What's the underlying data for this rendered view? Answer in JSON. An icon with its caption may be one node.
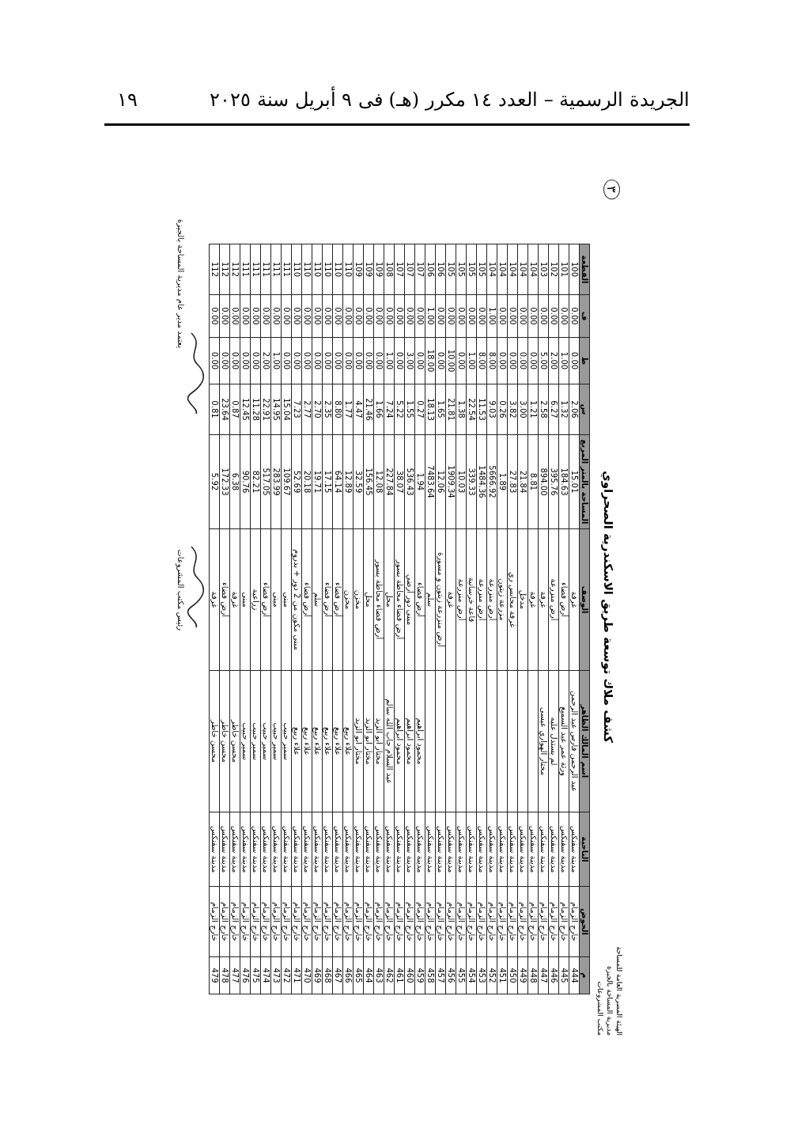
{
  "diagram": {
    "labels": [
      "الجريدة الرسمية – العدد ١٤ مكرر (هـ) فى ٩ أبريل سنة ٢٠٢٥",
      "١٩",
      "٣",
      "كشف ملاك توسعة طريق الاسكندرية الصحراوي",
      "الهيئة المصرية العامة للمساحة",
      "مديرية المساحة بالجيزة",
      "مكتب المشروعات",
      "م",
      "الحوض",
      "الناحية",
      "اسم المالك الظاهر",
      "الوصف",
      "المساحة بالمتر المربع",
      "س",
      "ط",
      "ف",
      "القطعة",
      "444",
      "خارج الزمام",
      "مدينة سفنكس",
      "عبد الرحمن فارس عبد الرحمن",
      "غرفة",
      "15.01",
      "2.06",
      "0.00",
      "0.00",
      "100",
      "445",
      "خارج الزمام",
      "مدينة سفنكس",
      "ورثة عمر عبد السميع",
      "أرض فضاء",
      "184.63",
      "1.32",
      "1.00",
      "0.00",
      "101",
      "446",
      "خارج الزمام",
      "مدينة سفنكس",
      "لم يستدل عليه",
      "أرض منزرعة",
      "395.76",
      "6.27",
      "2.00",
      "0.00",
      "102",
      "447",
      "خارج الزمام",
      "مدينة سفنكس",
      "مختار الهواري عيسى",
      "غرفة",
      "894.00",
      "2.58",
      "5.00",
      "0.00",
      "103",
      "448",
      "خارج الزمام",
      "مدينة سفنكس",
      "غرفة",
      "8.81",
      "1.21",
      "0.00",
      "0.00",
      "104",
      "449",
      "خارج الزمام",
      "مدينة سفنكس",
      "مدخل",
      "21.84",
      "3.00",
      "0.00",
      "0.00",
      "104",
      "450",
      "خارج الزمام",
      "مدينة سفنكس",
      "غرفة محابس ري",
      "27.83",
      "3.82",
      "0.00",
      "0.00",
      "104",
      "451",
      "خارج الزمام",
      "مدينة سفنكس",
      "مزرعة زيتون",
      "1.89",
      "0.26",
      "0.00",
      "0.00",
      "104",
      "452",
      "خارج الزمام",
      "مدينة سفنكس",
      "أرض منزرعة",
      "5666.92",
      "9.03",
      "8.00",
      "1.00",
      "104",
      "453",
      "خارج الزمام",
      "مدينة سفنكس",
      "أرض منزرعة",
      "1484.36",
      "11.53",
      "8.00",
      "0.00",
      "105",
      "454",
      "خارج الزمام",
      "مدينة سفنكس",
      "قاعة خرسانية",
      "339.33",
      "22.54",
      "1.00",
      "0.00",
      "105",
      "455",
      "خارج الزمام",
      "مدينة سفنكس",
      "أرض منزرعة",
      "10.03",
      "1.38",
      "0.00",
      "0.00",
      "105",
      "456",
      "خارج الزمام",
      "مدينة سفنكس",
      "غرفة",
      "1909.34",
      "21.81",
      "10.00",
      "0.00",
      "105",
      "457",
      "خارج الزمام",
      "مدينة سفنكس",
      "أرض منزرعة زيتون و مسورة",
      "12.06",
      "1.65",
      "0.00",
      "0.00",
      "106",
      "458",
      "خارج الزمام",
      "مدينة سفنكس",
      "سلم",
      "7483.64",
      "18.13",
      "18.00",
      "1.00",
      "106",
      "459",
      "خارج الزمام",
      "مدينة سفنكس",
      "محمود ابراهيم",
      "أرض فضاء",
      "1.94",
      "0.27",
      "0.00",
      "0.00",
      "107",
      "460",
      "خارج الزمام",
      "مدينة سفنكس",
      "محمود ابراهيم",
      "مبنى دور أرضي",
      "536.43",
      "1.55",
      "3.00",
      "0.00",
      "107",
      "461",
      "خارج الزمام",
      "مدينة سفنكس",
      "محمود ابراهيم",
      "أرض فضاء محاطة بسور",
      "38.07",
      "5.22",
      "0.00",
      "0.00",
      "107",
      "462",
      "خارج الزمام",
      "مدينة سفنكس",
      "عبد السلام جاب الله سالم",
      "محل",
      "227.84",
      "7.24",
      "1.00",
      "0.00",
      "108",
      "463",
      "خارج الزمام",
      "مدينة سفنكس",
      "مختار ابو الزيد",
      "أرض فضاء محاطة بسور",
      "12.08",
      "1.66",
      "0.00",
      "0.00",
      "109",
      "464",
      "خارج الزمام",
      "مدينة سفنكس",
      "مختار ابو الزيد",
      "محل",
      "156.45",
      "21.46",
      "0.00",
      "0.00",
      "109",
      "465",
      "خارج الزمام",
      "مدينة سفنكس",
      "مختار ابو الزيد",
      "مخزن",
      "32.59",
      "4.47",
      "0.00",
      "0.00",
      "109",
      "466",
      "خارج الزمام",
      "مدينة سفنكس",
      "علاء ربيع",
      "مخزن",
      "12.89",
      "1.77",
      "0.00",
      "0.00",
      "110",
      "467",
      "خارج الزمام",
      "مدينة سفنكس",
      "علاء ربيع",
      "أرض فضاء",
      "64.14",
      "8.80",
      "0.00",
      "0.00",
      "110",
      "468",
      "خارج الزمام",
      "مدينة سفنكس",
      "علاء ربيع",
      "أرض فضاء",
      "17.15",
      "2.35",
      "0.00",
      "0.00",
      "110",
      "469",
      "خارج الزمام",
      "مدينة سفنكس",
      "علاء ربيع",
      "سلم",
      "19.71",
      "2.70",
      "0.00",
      "0.00",
      "110",
      "470",
      "خارج الزمام",
      "مدينة سفنكس",
      "علاء ربيع",
      "أرض فضاء",
      "20.18",
      "2.77",
      "0.00",
      "0.00",
      "110",
      "471",
      "خارج الزمام",
      "مدينة سفنكس",
      "علاء ربيع",
      "مبنى مكون من 2 دور + بدروم",
      "52.69",
      "7.23",
      "0.00",
      "0.00",
      "110",
      "472",
      "خارج الزمام",
      "مدينة سفنكس",
      "سمير حبيب",
      "مبنى",
      "109.67",
      "15.04",
      "0.00",
      "0.00",
      "111",
      "473",
      "خارج الزمام",
      "مدينة سفنكس",
      "سمير حبيب",
      "مبنى",
      "283.99",
      "14.95",
      "1.00",
      "0.00",
      "111",
      "474",
      "خارج الزمام",
      "مدينة سفنكس",
      "سمير حبيب",
      "أرض فضاء",
      "517.05",
      "22.91",
      "2.00",
      "0.00",
      "111",
      "475",
      "خارج الزمام",
      "مدينة سفنكس",
      "سمير حبيب",
      "زراعية",
      "82.21",
      "11.28",
      "0.00",
      "0.00",
      "111",
      "476",
      "خارج الزمام",
      "مدينة سفنكس",
      "سمير حبيب",
      "مبنى",
      "90.76",
      "12.45",
      "0.00",
      "0.00",
      "111",
      "477",
      "خارج الزمام",
      "مدينة سفنكس",
      "محسن خاطر",
      "غرفة",
      "6.38",
      "0.87",
      "0.00",
      "0.00",
      "112",
      "478",
      "خارج الزمام",
      "مدينة سفنكس",
      "محسن خاطر",
      "أرض فضاء",
      "172.33",
      "23.64",
      "0.00",
      "0.00",
      "112",
      "479",
      "خارج الزمام",
      "مدينة سفنكس",
      "محسن خاطر",
      "غرفة",
      "5.92",
      "0.81",
      "0.00",
      "0.00",
      "112",
      "رئيس مكتب المشروعات",
      "يعتمد مدير عام مديرية المساحة بالجيزة"
    ]
  }
}
